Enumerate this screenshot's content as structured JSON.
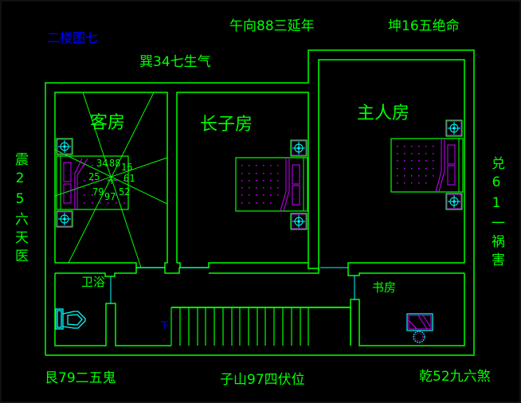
{
  "title": "二楼图七",
  "directions": {
    "top_center": "午向88三延年",
    "top_right": "坤16五绝命",
    "top_left": "巽34七生气",
    "left": "震25六天医",
    "right": "兑61一祸害",
    "bottom_left": "艮79二五鬼",
    "bottom_center": "子山97四伏位",
    "bottom_right": "乾52九六煞"
  },
  "rooms": {
    "guest_room": "客房",
    "eldest_son_room": "长子房",
    "master_room": "主人房",
    "bathroom": "卫浴",
    "study": "书房"
  },
  "stair_label": "下",
  "center_grid_numbers": {
    "n": "34",
    "n2": "88",
    "ne": "16",
    "w": "25",
    "e": "61",
    "sw": "79",
    "s": "97",
    "se": "52"
  },
  "colors": {
    "wall": "#00ff00",
    "furniture": "#cc00ff",
    "fixture": "#00ffff",
    "title": "#0000ff",
    "background": "#000000"
  }
}
